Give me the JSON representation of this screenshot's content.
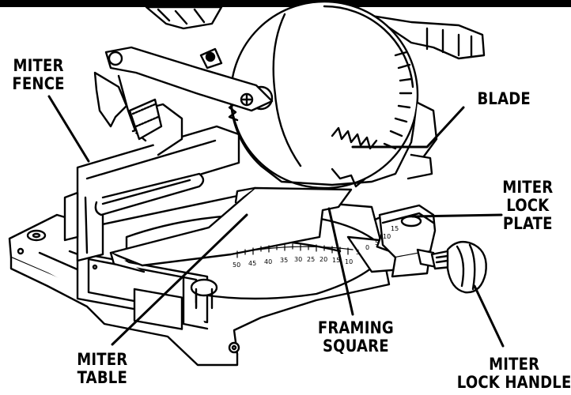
{
  "labels": {
    "miter_fence": [
      "MITER",
      "FENCE"
    ],
    "blade": [
      "BLADE"
    ],
    "miter_lock_plate": [
      "MITER",
      "LOCK",
      "PLATE"
    ],
    "framing_square": [
      "FRAMING",
      "SQUARE"
    ],
    "miter_table": [
      "MITER",
      "TABLE"
    ],
    "miter_lock_handle": [
      "MITER",
      "LOCK HANDLE"
    ]
  },
  "miter_scale": {
    "values": [
      "50",
      "45",
      "40",
      "35",
      "30",
      "25",
      "20",
      "15",
      "10",
      "5",
      "0",
      "5",
      "10",
      "15"
    ]
  },
  "colors": {
    "ink": "#000000",
    "paper": "#ffffff"
  }
}
